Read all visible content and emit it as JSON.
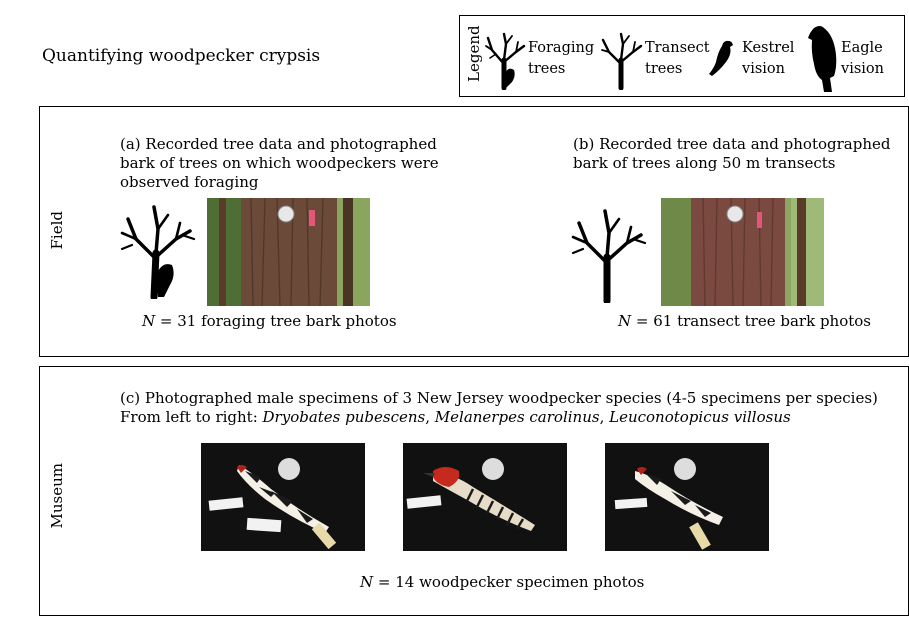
{
  "title": "Quantifying woodpecker crypsis",
  "legend": {
    "heading": "Legend",
    "items": [
      {
        "label": "Foraging trees",
        "line1": "Foraging",
        "line2": "trees",
        "icon": "foraging-tree-icon"
      },
      {
        "label": "Transect trees",
        "line1": "Transect",
        "line2": "trees",
        "icon": "transect-tree-icon"
      },
      {
        "label": "Kestrel vision",
        "line1": "Kestrel",
        "line2": "vision",
        "icon": "kestrel-icon"
      },
      {
        "label": "Eagle vision",
        "line1": "Eagle",
        "line2": "vision",
        "icon": "eagle-icon"
      }
    ]
  },
  "field": {
    "label": "Field",
    "panel_a": {
      "line1": "(a) Recorded tree data and photographed",
      "line2": "bark of trees on which woodpeckers were",
      "line3": "observed foraging",
      "count_n": "N",
      "count_rest": " = 31 foraging tree bark photos"
    },
    "panel_b": {
      "line1": "(b) Recorded tree data and photographed",
      "line2": "bark of trees along 50 m transects",
      "count_n": "N",
      "count_rest": " = 61 transect tree bark photos"
    }
  },
  "museum": {
    "label": "Museum",
    "line1": "(c) Photographed male specimens of 3 New Jersey woodpecker species (4-5 specimens per species)",
    "line2_prefix": "From left to right: ",
    "species": [
      "Dryobates pubescens",
      "Melanerpes carolinus",
      "Leuconotopicus villosus"
    ],
    "sep": ", ",
    "count_n": "N",
    "count_rest": " = 14 woodpecker specimen photos"
  },
  "colors": {
    "bark": "#6b4a3a",
    "forest": "#5d7d3c",
    "specimen_bg": "#111111",
    "red_crown": "#c62a1f"
  }
}
